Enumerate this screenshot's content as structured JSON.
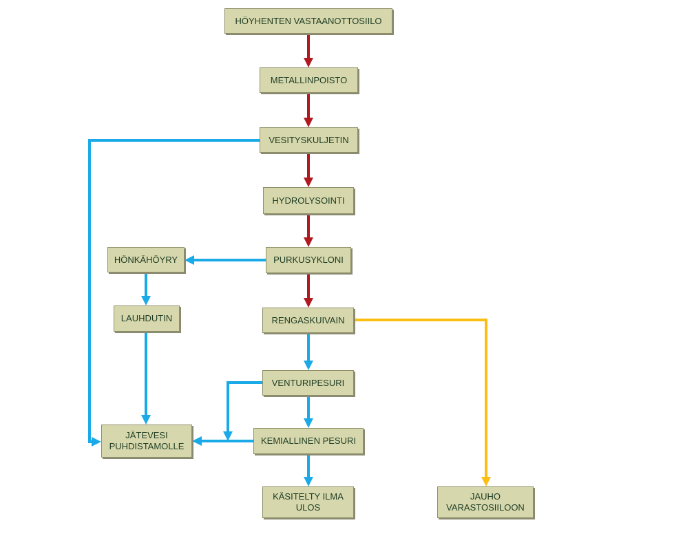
{
  "colors": {
    "main_flow": "#b01920",
    "air_water_flow": "#1aaae8",
    "product_flow": "#fbbf13",
    "box_fill": "#d6d7ac",
    "box_border": "#8e8f67",
    "box_text": "#1f3d24"
  },
  "nodes": {
    "hoyhenten": "HÖYHENTEN VASTAANOTTOSIILO",
    "metallin": "METALLINPOISTO",
    "vesitys": "VESITYSKULJETIN",
    "hydroly": "HYDROLYSOINTI",
    "purku": "PURKUSYKLONI",
    "honka": "HÖNKÄHÖYRY",
    "lauhdutin": "LAUHDUTIN",
    "rengas": "RENGASKUIVAIN",
    "venturi": "VENTURIPESURI",
    "jatevesi": "JÄTEVESI\nPUHDISTAMOLLE",
    "kemial": "KEMIALLINEN PESURI",
    "kasitelty": "KÄSITELTY ILMA\nULOS",
    "jauho": "JAUHO\nVARASTOSIILOON"
  },
  "edges": [
    {
      "from": "hoyhenten",
      "to": "metallin",
      "kind": "main_flow"
    },
    {
      "from": "metallin",
      "to": "vesitys",
      "kind": "main_flow"
    },
    {
      "from": "vesitys",
      "to": "hydroly",
      "kind": "main_flow"
    },
    {
      "from": "hydroly",
      "to": "purku",
      "kind": "main_flow"
    },
    {
      "from": "purku",
      "to": "rengas",
      "kind": "main_flow"
    },
    {
      "from": "vesitys",
      "to": "jatevesi",
      "kind": "air_water_flow"
    },
    {
      "from": "purku",
      "to": "honka",
      "kind": "air_water_flow"
    },
    {
      "from": "honka",
      "to": "lauhdutin",
      "kind": "air_water_flow"
    },
    {
      "from": "lauhdutin",
      "to": "jatevesi",
      "kind": "air_water_flow"
    },
    {
      "from": "rengas",
      "to": "venturi",
      "kind": "air_water_flow"
    },
    {
      "from": "venturi",
      "to": "kemial",
      "kind": "air_water_flow"
    },
    {
      "from": "venturi",
      "to": "jatevesi",
      "kind": "air_water_flow"
    },
    {
      "from": "kemial",
      "to": "jatevesi",
      "kind": "air_water_flow"
    },
    {
      "from": "kemial",
      "to": "kasitelty",
      "kind": "air_water_flow"
    },
    {
      "from": "rengas",
      "to": "jauho",
      "kind": "product_flow"
    }
  ]
}
